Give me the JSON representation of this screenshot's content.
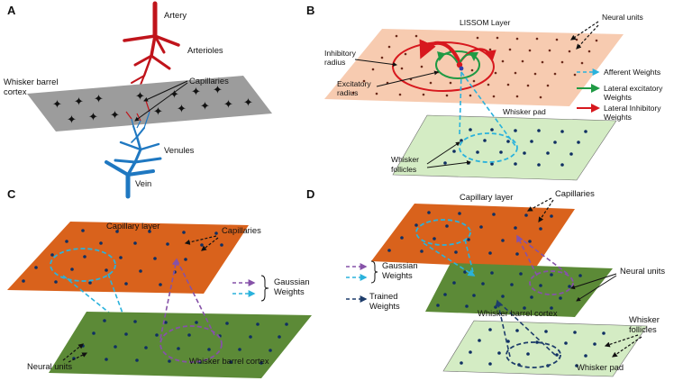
{
  "panels": {
    "A": {
      "letter": "A",
      "labels": {
        "artery": "Artery",
        "arterioles": "Arterioles",
        "capillaries": "Capillaries",
        "cortex_line1": "Whisker barrel",
        "cortex_line2": "cortex",
        "venules": "Venules",
        "vein": "Vein"
      },
      "colors": {
        "arterial": "#c0141b",
        "venous": "#1f78c1",
        "cortex": "#9c9c9c"
      }
    },
    "B": {
      "letter": "B",
      "labels": {
        "lissom": "LISSOM Layer",
        "neural_units": "Neural units",
        "inhibitory_line1": "Inhibitory",
        "inhibitory_line2": "radius",
        "excitatory_line1": "Excitatory",
        "excitatory_line2": "radius",
        "whisker_pad": "Whisker pad",
        "follicles_line1": "Whisker",
        "follicles_line2": "follicles"
      },
      "legend": {
        "afferent": "Afferent Weights",
        "lateral_exc_line1": "Lateral excitatory",
        "lateral_exc_line2": "Weights",
        "lateral_inh_line1": "Lateral Inhibitory",
        "lateral_inh_line2": "Weights"
      },
      "colors": {
        "lissom_layer": "#f7cbb0",
        "pad_layer": "#d4ecc4",
        "afferent": "#2ab2dc",
        "excitatory": "#1f9a44",
        "inhibitory": "#d7181e"
      }
    },
    "C": {
      "letter": "C",
      "labels": {
        "capillary_layer": "Capillary  layer",
        "capillaries": "Capillaries",
        "gaussian_line1": "Gaussian",
        "gaussian_line2": "Weights",
        "neural_units": "Neural units",
        "barrel_cortex": "Whisker barrel cortex"
      },
      "colors": {
        "capillary_layer": "#d9621c",
        "cortex_layer": "#5c8a37",
        "purple": "#8652a8",
        "cyan": "#2ab2dc"
      }
    },
    "D": {
      "letter": "D",
      "labels": {
        "capillary_layer": "Capillary layer",
        "capillaries": "Capillaries",
        "gaussian_line1": "Gaussian",
        "gaussian_line2": "Weights",
        "trained_line1": "Trained",
        "trained_line2": "Weights",
        "neural_units": "Neural units",
        "barrel_cortex": "Whisker barrel cortex",
        "follicles_line1": "Whisker",
        "follicles_line2": "follicles",
        "whisker_pad": "Whisker pad"
      },
      "colors": {
        "capillary_layer": "#d9621c",
        "cortex_layer": "#5c8a37",
        "pad_layer": "#d4ecc4",
        "trained": "#1e3d6b"
      }
    }
  }
}
